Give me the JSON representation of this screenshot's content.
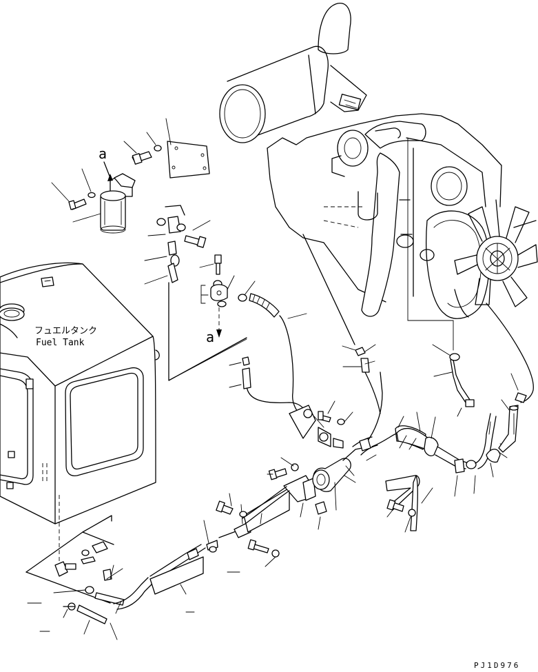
{
  "diagram": {
    "tank_label_jp": "フュエルタンク",
    "tank_label_en": "Fuel Tank",
    "view_marker_top": "a",
    "view_marker_mid": "a",
    "drawing_code": "PJ1D976"
  },
  "icons": {
    "engine": "engine-icon",
    "fan": "fan-icon",
    "fuel_filter": "fuel-filter-icon",
    "fuel_tank": "fuel-tank-icon"
  }
}
